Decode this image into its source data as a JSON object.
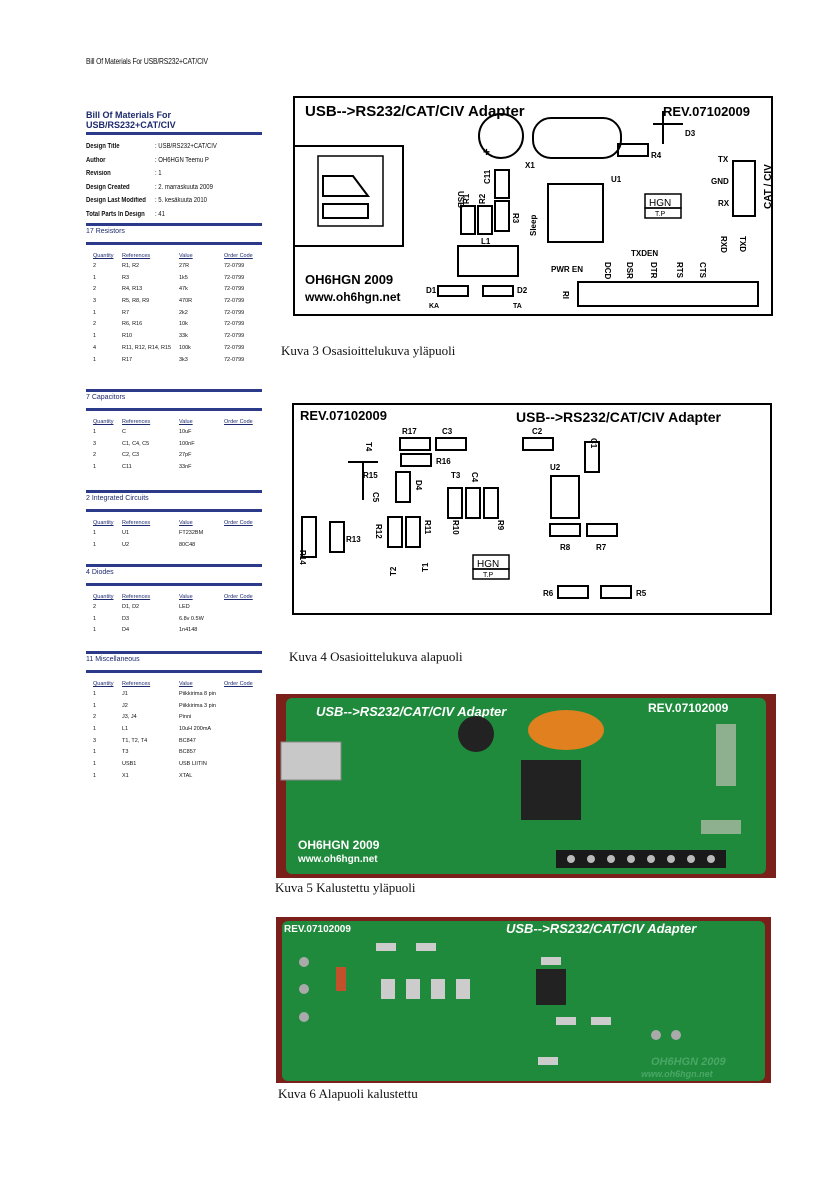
{
  "header": "Bill Of Materials For USB/RS232+CAT/CIV",
  "bom": {
    "title": "Bill Of Materials For USB/RS232+CAT/CIV",
    "meta": [
      {
        "k": "Design Title",
        "v": ": USB/RS232+CAT/CIV"
      },
      {
        "k": "Author",
        "v": ": OH6HGN Teemu P"
      },
      {
        "k": "Revision",
        "v": ": 1"
      },
      {
        "k": "Design Created",
        "v": ": 2. marraskuuta 2009"
      },
      {
        "k": "Design Last Modified",
        "v": ": 5. kesäkuuta 2010"
      },
      {
        "k": "Total Parts In Design",
        "v": ": 41"
      }
    ],
    "columns": [
      "Quantity",
      "References",
      "Value",
      "Order Code"
    ],
    "sections": [
      {
        "title": "17 Resistors",
        "rows": [
          [
            "2",
            "R1, R2",
            "27R",
            "72-0799"
          ],
          [
            "1",
            "R3",
            "1k5",
            "72-0799"
          ],
          [
            "2",
            "R4, R13",
            "47k",
            "72-0799"
          ],
          [
            "3",
            "R5, R8, R9",
            "470R",
            "72-0799"
          ],
          [
            "1",
            "R7",
            "2k2",
            "72-0799"
          ],
          [
            "2",
            "R6, R16",
            "10k",
            "72-0799"
          ],
          [
            "1",
            "R10",
            "33k",
            "72-0799"
          ],
          [
            "4",
            "R11, R12, R14, R15",
            "100k",
            "72-0799"
          ],
          [
            "1",
            "R17",
            "3k3",
            "72-0799"
          ]
        ]
      },
      {
        "title": "7 Capacitors",
        "rows": [
          [
            "1",
            "C",
            "10uF",
            ""
          ],
          [
            "3",
            "C1, C4, C5",
            "100nF",
            ""
          ],
          [
            "2",
            "C2, C3",
            "27pF",
            ""
          ],
          [
            "1",
            "C11",
            "33nF",
            ""
          ]
        ]
      },
      {
        "title": "2 Integrated Circuits",
        "rows": [
          [
            "1",
            "U1",
            "FT232BM",
            ""
          ],
          [
            "1",
            "U2",
            "80C48",
            ""
          ]
        ]
      },
      {
        "title": "4 Diodes",
        "rows": [
          [
            "2",
            "D1, D2",
            "LED",
            ""
          ],
          [
            "1",
            "D3",
            "6.8v 0.5W",
            ""
          ],
          [
            "1",
            "D4",
            "1n4148",
            ""
          ]
        ]
      },
      {
        "title": "11 Miscellaneous",
        "rows": [
          [
            "1",
            "J1",
            "Piikkirima 8 pin",
            ""
          ],
          [
            "1",
            "J2",
            "Piikkirima 3 pin",
            ""
          ],
          [
            "2",
            "J3, J4",
            "Pinni",
            ""
          ],
          [
            "1",
            "L1",
            "10uH 200mA",
            ""
          ],
          [
            "3",
            "T1, T2, T4",
            "BC847",
            ""
          ],
          [
            "1",
            "T3",
            "BC857",
            ""
          ],
          [
            "1",
            "USB1",
            "USB LIITIN",
            ""
          ],
          [
            "1",
            "X1",
            "XTAL",
            ""
          ]
        ]
      }
    ]
  },
  "pcb_top": {
    "title": "USB-->RS232/CAT/CIV Adapter",
    "rev": "REV.07102009",
    "brand": "OH6HGN 2009",
    "url": "www.oh6hgn.net",
    "labels": [
      "D3",
      "R4",
      "X1",
      "U1",
      "TX",
      "GND",
      "RX",
      "CAT / CIV",
      "USB",
      "C11",
      "R1",
      "R2",
      "R3",
      "L1",
      "Sleep",
      "HGN",
      "T.P",
      "TXDEN",
      "RXD",
      "TXD",
      "PWR EN",
      "DCD",
      "DSR",
      "DTR",
      "RTS",
      "CTS",
      "RI",
      "D1",
      "D2",
      "KA",
      "TA"
    ]
  },
  "pcb_bottom": {
    "title": "USB-->RS232/CAT/CIV Adapter",
    "rev": "REV.07102009",
    "labels": [
      "R17",
      "C3",
      "C2",
      "C1",
      "T4",
      "R16",
      "R15",
      "T3",
      "C4",
      "U2",
      "D4",
      "C5",
      "R12",
      "R11",
      "R10",
      "R9",
      "R13",
      "R14",
      "T2",
      "T1",
      "R8",
      "R7",
      "HGN",
      "T.P",
      "R6",
      "R5"
    ]
  },
  "photo1": {
    "title": "USB-->RS232/CAT/CIV Adapter",
    "rev": "REV.07102009",
    "brand": "OH6HGN 2009",
    "url": "www.oh6hgn.net"
  },
  "photo2": {
    "title": "USB-->RS232/CAT/CIV Adapter",
    "rev": "REV.07102009",
    "brand": "OH6HGN 2009",
    "url": "www.oh6hgn.net"
  },
  "captions": {
    "fig3": "Kuva 3 Osasioittelukuva yläpuoli",
    "fig4": "Kuva 4 Osasioittelukuva alapuoli",
    "fig5": "Kuva 5 Kalustettu yläpuoli",
    "fig6": "Kuva 6 Alapuoli kalustettu"
  },
  "colors": {
    "accent": "#2c3a8a",
    "pcb_green": "#1f8a3c",
    "silk": "#ffffff"
  }
}
